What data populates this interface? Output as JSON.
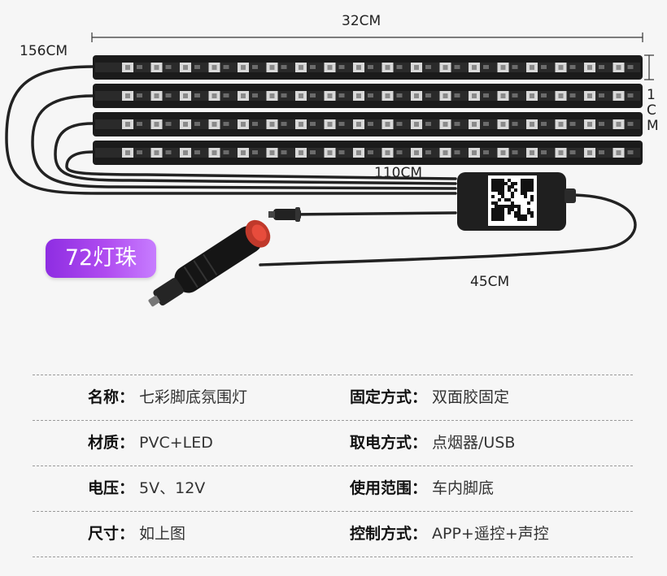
{
  "dimensions": {
    "strip_length": "32CM",
    "main_cable": "156CM",
    "strip_height": "1CM",
    "middle_cable": "110CM",
    "power_cable": "45CM"
  },
  "badge": {
    "label": "72灯珠"
  },
  "specs": [
    [
      {
        "key": "名称：",
        "value": "七彩脚底氛围灯"
      },
      {
        "key": "固定方式：",
        "value": "双面胶固定"
      }
    ],
    [
      {
        "key": "材质：",
        "value": "PVC+LED"
      },
      {
        "key": "取电方式：",
        "value": "点烟器/USB"
      }
    ],
    [
      {
        "key": "电压：",
        "value": "5V、12V"
      },
      {
        "key": "使用范围：",
        "value": "车内脚底"
      }
    ],
    [
      {
        "key": "尺寸：",
        "value": "如上图"
      },
      {
        "key": "控制方式：",
        "value": "APP+遥控+声控"
      }
    ]
  ],
  "colors": {
    "badge_start": "#8e2de2",
    "badge_end": "#c77dff",
    "strip": "#1b1b1b",
    "plug_accent": "#c0392b"
  },
  "icons": {
    "controller": "qr-code-controller-icon",
    "plug": "car-cigarette-plug-icon",
    "connector": "usb-connector-icon"
  }
}
